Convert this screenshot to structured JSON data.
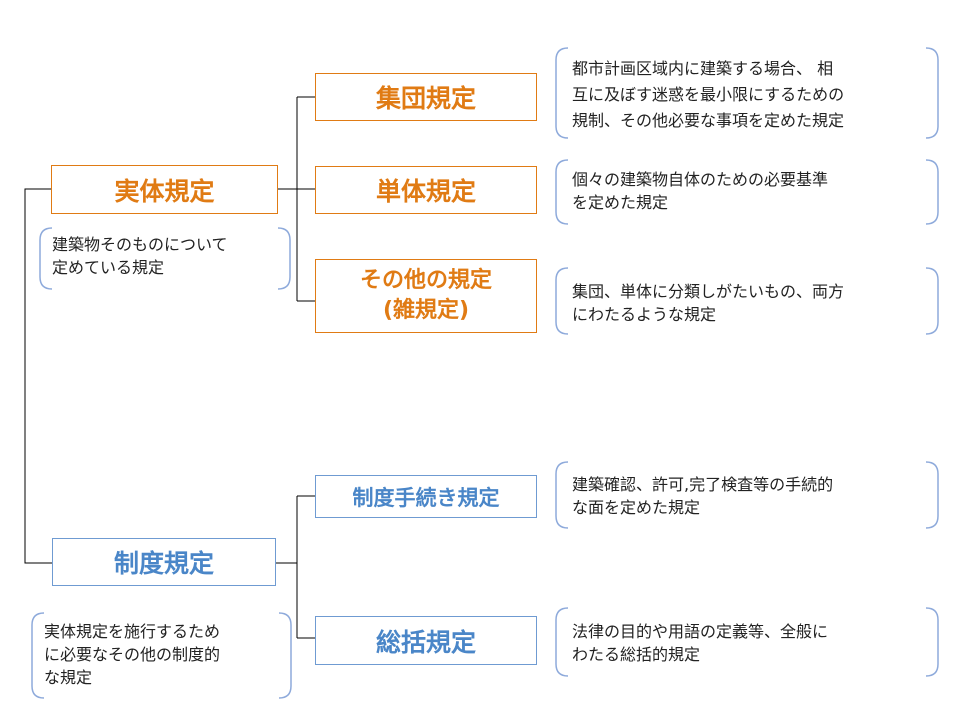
{
  "root": {
    "jittai": {
      "label": "実体規定",
      "note": [
        "建築物そのものについて",
        "定めている規定"
      ]
    },
    "seido": {
      "label": "制度規定",
      "note": [
        "実体規定を施行するため",
        "に必要なその他の制度的",
        "な規定"
      ]
    }
  },
  "jittai_children": [
    {
      "label": [
        "集団規定"
      ],
      "desc": [
        "都市計画区域内に建築する場合、 相",
        "互に及ぼす迷惑を最小限にするための",
        "規制、その他必要な事項を定めた規定"
      ]
    },
    {
      "label": [
        "単体規定"
      ],
      "desc": [
        "個々の建築物自体のための必要基準",
        "を定めた規定"
      ]
    },
    {
      "label": [
        "その他の規定",
        "(雑規定)"
      ],
      "desc": [
        "集団、単体に分類しがたいもの、両方",
        "にわたるような規定"
      ]
    }
  ],
  "seido_children": [
    {
      "label": [
        "制度手続き規定"
      ],
      "desc": [
        "建築確認、許可,完了検査等の手続的",
        "な面を定めた規定"
      ]
    },
    {
      "label": [
        "総括規定"
      ],
      "desc": [
        "法律の目的や用語の定義等、全般に",
        "わたる総括的規定"
      ]
    }
  ],
  "colors": {
    "jittai_accent": "#e07b14",
    "seido_accent": "#4a86c8",
    "bracket": "#8eaadb",
    "connector": "#000000"
  }
}
